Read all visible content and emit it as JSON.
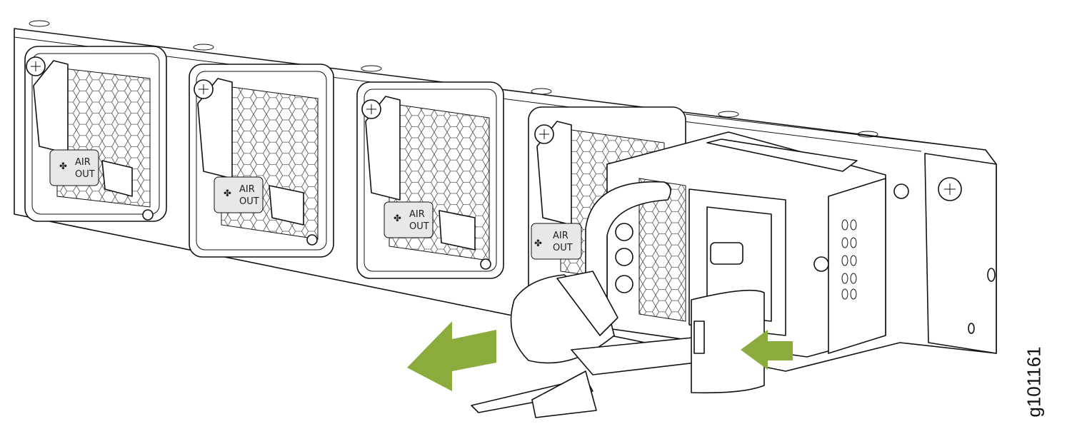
{
  "figure_id": "g101161",
  "fan_modules": [
    {
      "label_line1": "AIR",
      "label_line2": "OUT"
    },
    {
      "label_line1": "AIR",
      "label_line2": "OUT"
    },
    {
      "label_line1": "AIR",
      "label_line2": "OUT"
    },
    {
      "label_line1": "AIR",
      "label_line2": "OUT"
    }
  ],
  "arrows": {
    "color": "#8aac3c",
    "directions": [
      "left",
      "left"
    ]
  },
  "colors": {
    "line": "#111111",
    "latch_fill": "#d4d4d4",
    "label_fill": "#e8e8e8"
  }
}
